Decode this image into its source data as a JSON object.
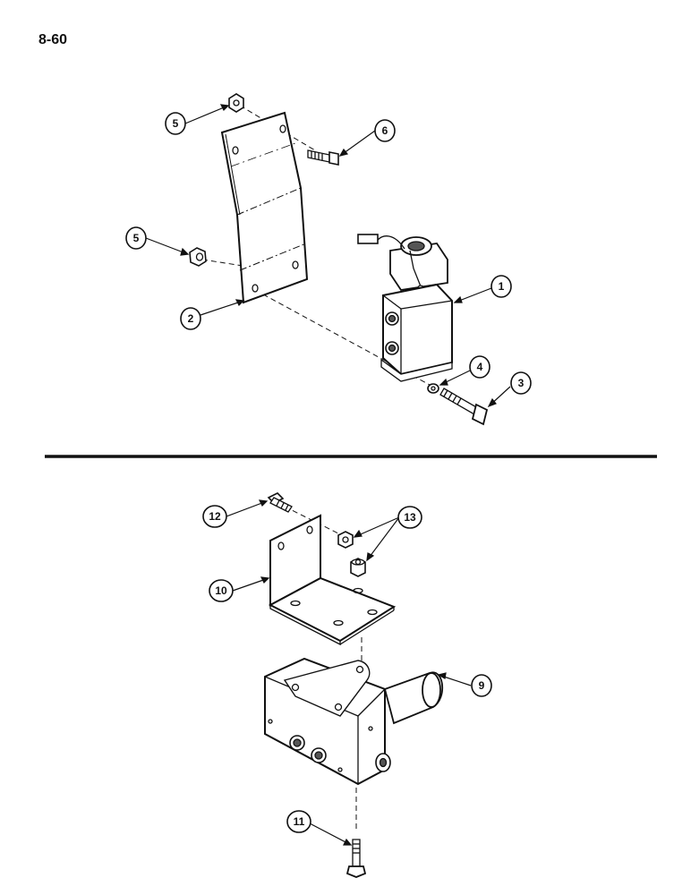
{
  "page_number": "8-60",
  "callouts": {
    "c1": "1",
    "c2": "2",
    "c3": "3",
    "c4": "4",
    "c5a": "5",
    "c5b": "5",
    "c6": "6",
    "c9": "9",
    "c10": "10",
    "c11": "11",
    "c12": "12",
    "c13": "13"
  },
  "colors": {
    "ink": "#111111",
    "paper": "#ffffff",
    "shade": "#555555"
  }
}
